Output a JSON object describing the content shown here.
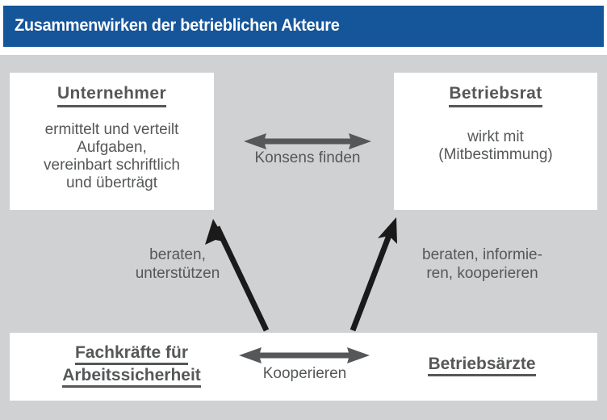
{
  "header": {
    "title": "Zusammenwirken der betrieblichen Akteure",
    "background_color": "#15559A",
    "text_color": "#ffffff"
  },
  "canvas": {
    "background_color": "#d0d1d3",
    "box_color": "#ffffff",
    "text_color": "#555759",
    "arrow_gray": "#555759",
    "arrow_black": "#1a1a1a"
  },
  "nodes": {
    "unternehmer": {
      "heading": "Unternehmer",
      "body_lines": [
        "ermittelt und verteilt",
        "Aufgaben,",
        "vereinbart schriftlich",
        "und überträgt"
      ]
    },
    "betriebsrat": {
      "heading": "Betriebsrat",
      "body_lines": [
        "wirkt mit",
        "(Mitbestimmung)"
      ]
    },
    "fachkraefte": {
      "heading_line1": "Fachkräfte für",
      "heading_line2": "Arbeitssicherheit"
    },
    "betriebsaerzte": {
      "heading": "Betriebsärzte"
    }
  },
  "edges": {
    "konsens": {
      "label": "Konsens finden",
      "type": "double-arrow-horizontal"
    },
    "kooperieren": {
      "label": "Kooperieren",
      "type": "double-arrow-horizontal"
    },
    "beraten_links": {
      "line1": "beraten,",
      "line2": "unterstützen",
      "type": "single-arrow-diagonal"
    },
    "beraten_rechts": {
      "line1": "beraten, informie-",
      "line2": "ren, kooperieren",
      "type": "single-arrow-diagonal"
    }
  }
}
